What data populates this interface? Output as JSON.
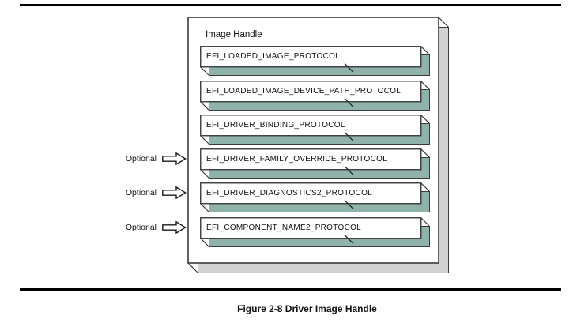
{
  "diagram": {
    "title": "Image Handle",
    "optional_label": "Optional",
    "protocols": [
      {
        "name": "EFI_LOADED_IMAGE_PROTOCOL",
        "optional": false
      },
      {
        "name": "EFI_LOADED_IMAGE_DEVICE_PATH_PROTOCOL",
        "optional": false
      },
      {
        "name": "EFI_DRIVER_BINDING_PROTOCOL",
        "optional": false
      },
      {
        "name": "EFI_DRIVER_FAMILY_OVERRIDE_PROTOCOL",
        "optional": true
      },
      {
        "name": "EFI_DRIVER_DIAGNOSTICS2_PROTOCOL",
        "optional": true
      },
      {
        "name": "EFI_COMPONENT_NAME2_PROTOCOL",
        "optional": true
      }
    ]
  },
  "caption": {
    "text": "Figure 2-8 Driver Image Handle"
  },
  "colors": {
    "slab_face": "#ffffff",
    "slab_shadow": "#8fb3ab",
    "main_shadow": "#d2d2d2",
    "stroke": "#3b3b3b",
    "rule": "#000000",
    "text": "#111111"
  }
}
